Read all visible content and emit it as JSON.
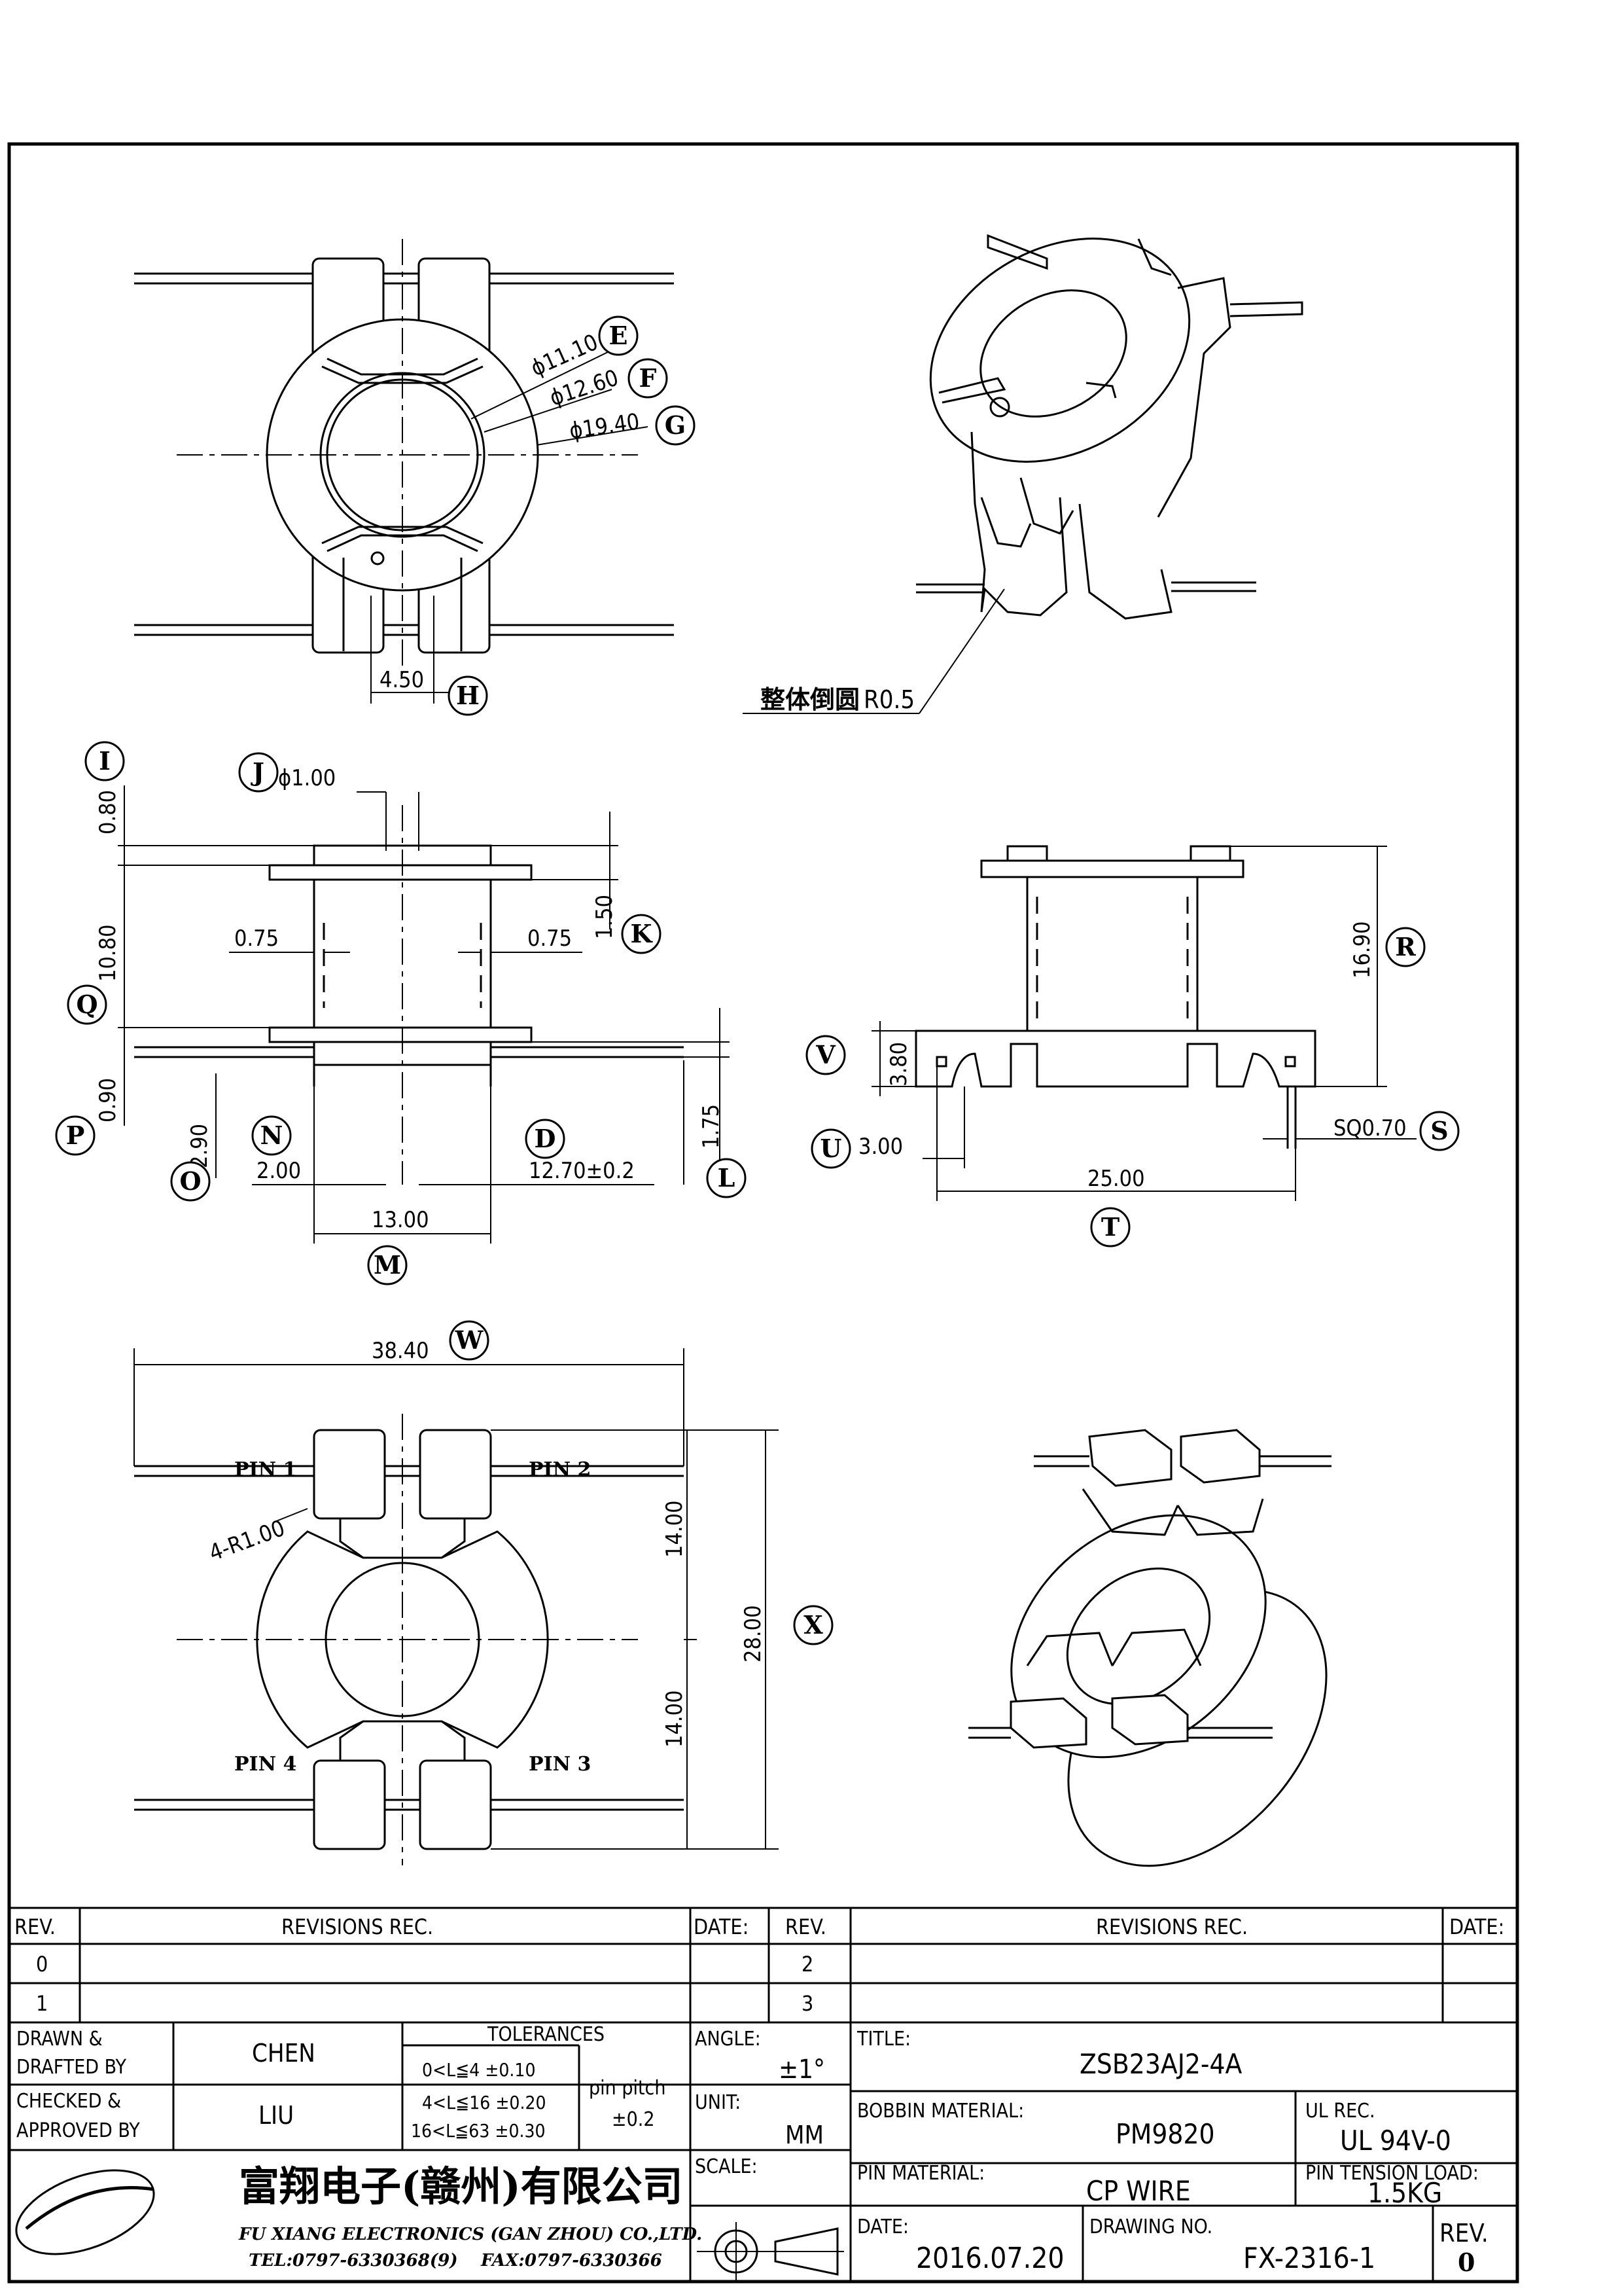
{
  "views": {
    "top": {
      "dims": {
        "phi_e": "ϕ11.10",
        "phi_f": "ϕ12.60",
        "phi_g": "ϕ19.40",
        "width_h": "4.50"
      },
      "balloons": {
        "e": "E",
        "f": "F",
        "g": "G",
        "h": "H"
      }
    },
    "iso_top": {
      "note_cn": "整体倒圆",
      "note_radius": "R0.5"
    },
    "front": {
      "dims": {
        "i": "0.80",
        "j": "ϕ1.00",
        "k": "1.50",
        "q": "10.80",
        "w075_left": "0.75",
        "w075_right": "0.75",
        "p": "0.90",
        "o": "2.90",
        "n": "2.00",
        "d": "12.70±0.2",
        "l": "1.75",
        "m": "13.00"
      },
      "balloons": {
        "i": "I",
        "j": "J",
        "k": "K",
        "q": "Q",
        "p": "P",
        "o": "O",
        "n": "N",
        "d": "D",
        "l": "L",
        "m": "M"
      }
    },
    "side": {
      "dims": {
        "r": "16.90",
        "v": "3.80",
        "u": "3.00",
        "s": "SQ0.70",
        "t": "25.00"
      },
      "balloons": {
        "r": "R",
        "v": "V",
        "u": "U",
        "s": "S",
        "t": "T"
      }
    },
    "bottom": {
      "dims": {
        "w": "38.40",
        "x": "28.00",
        "half_top": "14.00",
        "half_bottom": "14.00",
        "radius": "4-R1.00"
      },
      "pins": [
        "PIN 1",
        "PIN 2",
        "PIN 4",
        "PIN 3"
      ],
      "balloons": {
        "w": "W",
        "x": "X"
      }
    }
  },
  "title_block": {
    "rev_header": "REV.",
    "revisions_header": "REVISIONS   REC.",
    "date_header": "DATE:",
    "rev_rows_left": [
      "0",
      "1"
    ],
    "rev_rows_right": [
      "2",
      "3"
    ],
    "drawn_label": "DRAWN &\nDRAFTED BY",
    "drawn_label_1": "DRAWN &",
    "drawn_label_2": "DRAFTED BY",
    "drawn_name": "CHEN",
    "checked_label_1": "CHECKED &",
    "checked_label_2": "APPROVED BY",
    "checked_name": "LIU",
    "tolerances_header": "TOLERANCES",
    "tol_1": "0<L≦4   ±0.10",
    "tol_2": "4<L≦16  ±0.20",
    "tol_3": "16<L≦63  ±0.30",
    "pin_pitch_label": "pin pitch",
    "pin_pitch_value": "±0.2",
    "angle_label": "ANGLE:",
    "angle_value": "±1°",
    "unit_label": "UNIT:",
    "unit_value": "MM",
    "scale_label": "SCALE:",
    "title_label": "TITLE:",
    "title_value": "ZSB23AJ2-4A",
    "bobbin_material_label": "BOBBIN MATERIAL:",
    "bobbin_material_value": "PM9820",
    "ul_rec_label": "UL REC.",
    "ul_rec_value": "UL 94V-0",
    "pin_material_label": "PIN MATERIAL:",
    "pin_material_value": "CP WIRE",
    "pin_tension_label": "PIN TENSION LOAD:",
    "pin_tension_value": "1.5KG",
    "date_label": "DATE:",
    "date_value": "2016.07.20",
    "drawing_no_label": "DRAWING NO.",
    "drawing_no_value": "FX-2316-1",
    "rev_label": "REV.",
    "rev_value": "0",
    "company_cn": "富翔电子(赣州)有限公司",
    "company_en": "FU XIANG ELECTRONICS (GAN ZHOU) CO.,LTD.",
    "tel": "TEL:0797-6330368(9)",
    "fax": "FAX:0797-6330366"
  }
}
